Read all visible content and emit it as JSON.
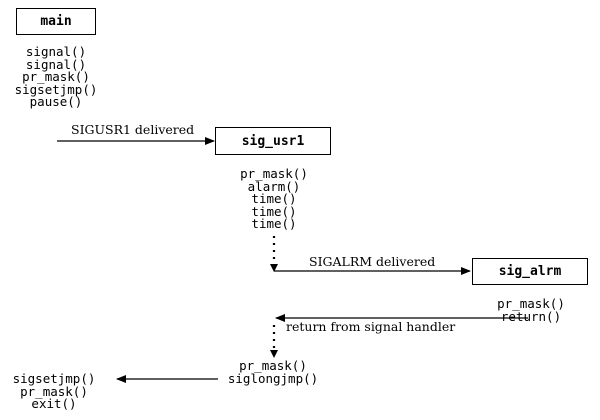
{
  "boxes": {
    "main": "main",
    "sig_usr1": "sig_usr1",
    "sig_alrm": "sig_alrm"
  },
  "main_calls": [
    "signal()",
    "signal()",
    "pr_mask()",
    "sigsetjmp()",
    "pause()"
  ],
  "sig_usr1_calls": [
    "pr_mask()",
    "alarm()",
    "time()",
    "time()",
    "time()"
  ],
  "sig_alrm_calls": [
    "pr_mask()",
    "return()"
  ],
  "resume_calls": [
    "pr_mask()",
    "siglongjmp()"
  ],
  "final_calls": [
    "sigsetjmp()",
    "pr_mask()",
    "exit()"
  ],
  "labels": {
    "sigusr1_delivered": "SIGUSR1 delivered",
    "sigalrm_delivered": "SIGALRM delivered",
    "return_from_handler": "return from signal handler"
  }
}
